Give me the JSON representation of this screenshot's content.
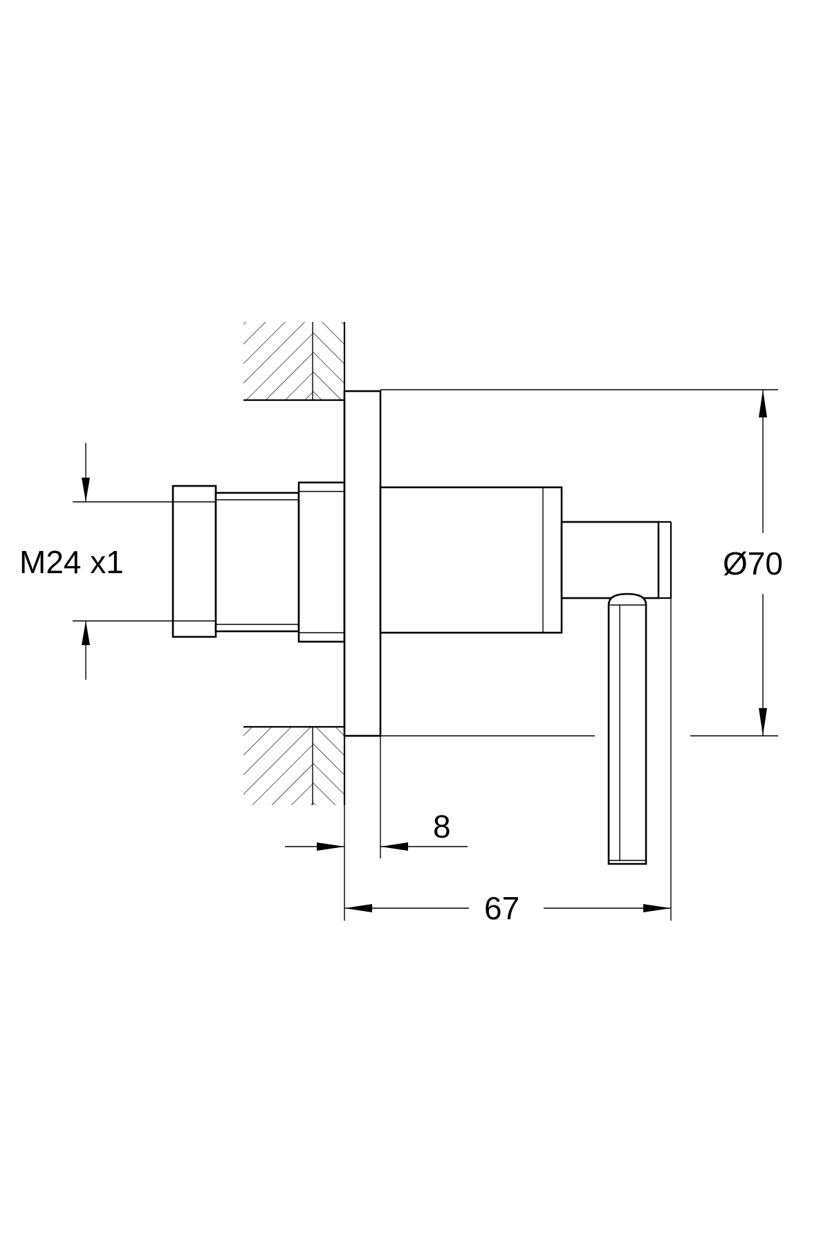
{
  "drawing": {
    "line_color": "#000000",
    "background": "#ffffff"
  },
  "dimensions": {
    "thread": "M24 x1",
    "diameter": "Ø70",
    "rosette_thickness": "8",
    "projection": "67"
  }
}
